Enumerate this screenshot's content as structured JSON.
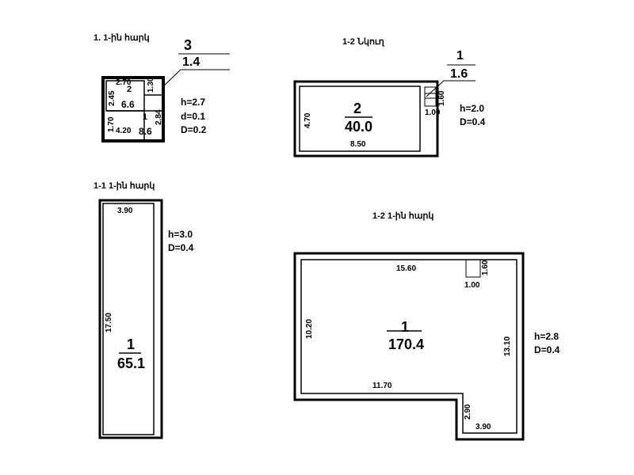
{
  "plans": [
    {
      "title": "1. 1-ին հարկ",
      "label_num": "3",
      "label_area": "1.4",
      "rooms": [
        {
          "num": "2",
          "area": "6.6"
        },
        {
          "num": "1",
          "area": "8.6"
        }
      ],
      "dims": [
        "2.70",
        "2.45",
        "1.30",
        "2.84",
        "1.70",
        "4.20"
      ],
      "params": [
        "h=2.7",
        "d=0.1",
        "D=0.2"
      ]
    },
    {
      "title": "1-2 Նկուղ",
      "label_num": "1",
      "label_area": "1.6",
      "room": {
        "num": "2",
        "area": "40.0"
      },
      "dims": [
        "4.70",
        "8.50",
        "1.60",
        "1.00"
      ],
      "params": [
        "h=2.0",
        "D=0.4"
      ]
    },
    {
      "title": "1-1 1-ին հարկ",
      "room": {
        "num": "1",
        "area": "65.1"
      },
      "dims": [
        "3.90",
        "17.50"
      ],
      "params": [
        "h=3.0",
        "D=0.4"
      ]
    },
    {
      "title": "1-2 1-ին հարկ",
      "room": {
        "num": "1",
        "area": "170.4"
      },
      "dims": [
        "15.60",
        "1.60",
        "1.00",
        "10.20",
        "13.10",
        "11.70",
        "2.90",
        "3.90"
      ],
      "params": [
        "h=2.8",
        "D=0.4"
      ]
    }
  ]
}
